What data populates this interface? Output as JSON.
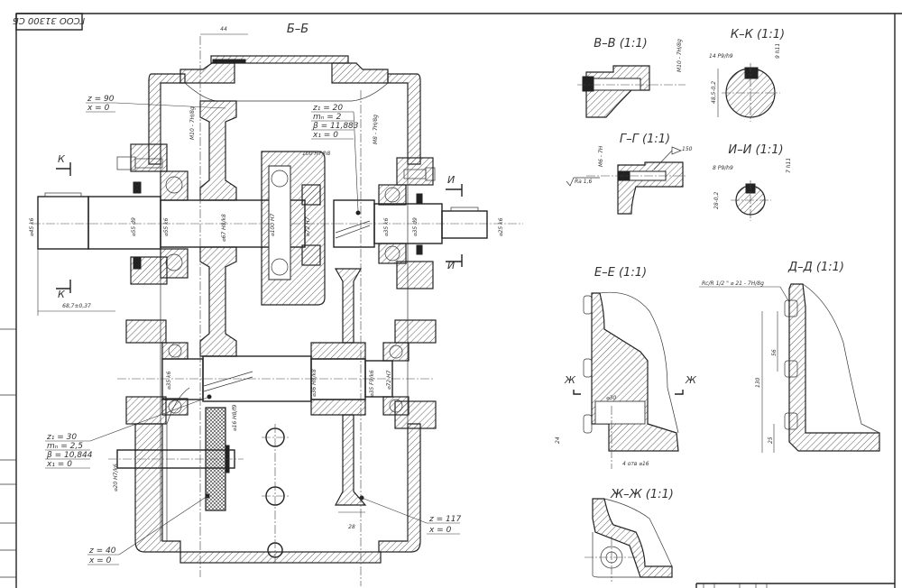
{
  "drawing": {
    "stamp": "ГСОО 31300 СБ",
    "main_section_title": "Б–Б",
    "views": [
      {
        "id": "vv",
        "title": "В–В (1:1)",
        "thread": "M10 - 7H/8g"
      },
      {
        "id": "kk",
        "title": "К–К (1:1)",
        "key": "14 P9/h9",
        "depth": "9 h11",
        "dia": "48,5-0,2"
      },
      {
        "id": "gg",
        "title": "Г–Г (1:1)",
        "thread": "M6 - 7H",
        "roughness": "Ra 1,6",
        "weld": "150"
      },
      {
        "id": "ii",
        "title": "И–И (1:1)",
        "key": "8 P9/h9",
        "depth": "7 h11",
        "dia": "28-0,2"
      },
      {
        "id": "ee",
        "title": "Е–Е (1:1)",
        "dia": "⌀30",
        "holes": "4 отв ⌀16",
        "height": "24"
      },
      {
        "id": "dd",
        "title": "Д–Д (1:1)",
        "thread": "Rc/R 1/2 \" ⌀ 21 - 7H/8g",
        "d1": "56",
        "d2": "130",
        "d3": "25"
      },
      {
        "id": "zhzh",
        "title": "Ж–Ж (1:1)"
      }
    ],
    "section_marks": {
      "k": "К",
      "i": "И",
      "zh": "Ж"
    },
    "gear_tables": [
      {
        "id": "gear-z90",
        "rows": [
          "z = 90",
          "x = 0"
        ]
      },
      {
        "id": "gear-z1-20",
        "rows": [
          "z₁ = 20",
          "mₙ = 2",
          "β = 11,883",
          "x₁ = 0"
        ]
      },
      {
        "id": "gear-z1-30",
        "rows": [
          "z₁ = 30",
          "mₙ = 2,5",
          "β = 10,844",
          "x₁ = 0"
        ]
      },
      {
        "id": "gear-z40",
        "rows": [
          "z = 40",
          "x = 0"
        ]
      },
      {
        "id": "gear-z117",
        "rows": [
          "z = 117",
          "x = 0"
        ]
      }
    ],
    "dimensions": {
      "top_44": "44",
      "shaft_len": "68,7±0,37",
      "d45": "⌀45 k6",
      "d55d9": "⌀55 d9",
      "d55k6": "⌀55 k6",
      "d67": "⌀67 H8/k8",
      "d100": "⌀100 H7",
      "d100h8": "100 H7/h8",
      "d72": "⌀72 H7",
      "d35k6": "⌀35 k6",
      "d35d9": "⌀35 d9",
      "d25k6": "⌀25 k6",
      "m10a": "M10 - 7H/8g",
      "m8": "M8 - 7H/8g",
      "d35k6_low": "⌀35 k6",
      "d36": "⌀36 H8/k8",
      "d35f9": "⌀35 F9/k6",
      "d72_low": "⌀72 H7",
      "d16": "⌀16 H8/f9",
      "d20": "⌀20 H7/k6",
      "w28": "28"
    }
  }
}
